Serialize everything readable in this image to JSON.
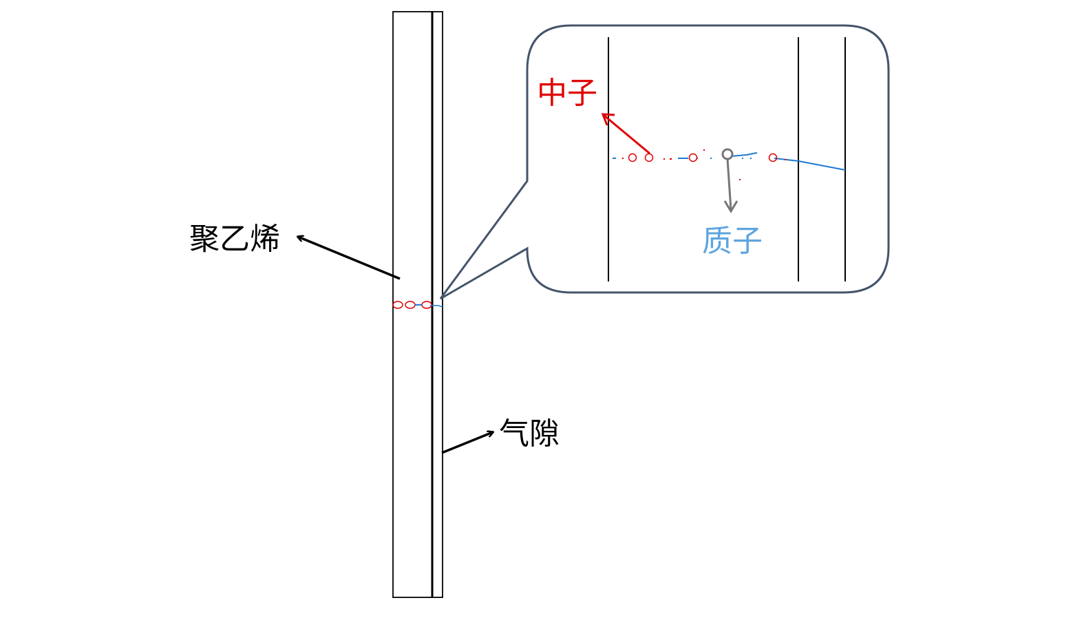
{
  "labels": {
    "polyethylene": "聚乙烯",
    "air_gap": "气隙",
    "neutron": "中子",
    "proton": "质子"
  },
  "colors": {
    "outline": "#000000",
    "callout_border": "#44546a",
    "neutron": "#e00000",
    "proton_text": "#5ea5e0",
    "proton_track": "#1f78d1",
    "proton_pointer": "#767676"
  }
}
